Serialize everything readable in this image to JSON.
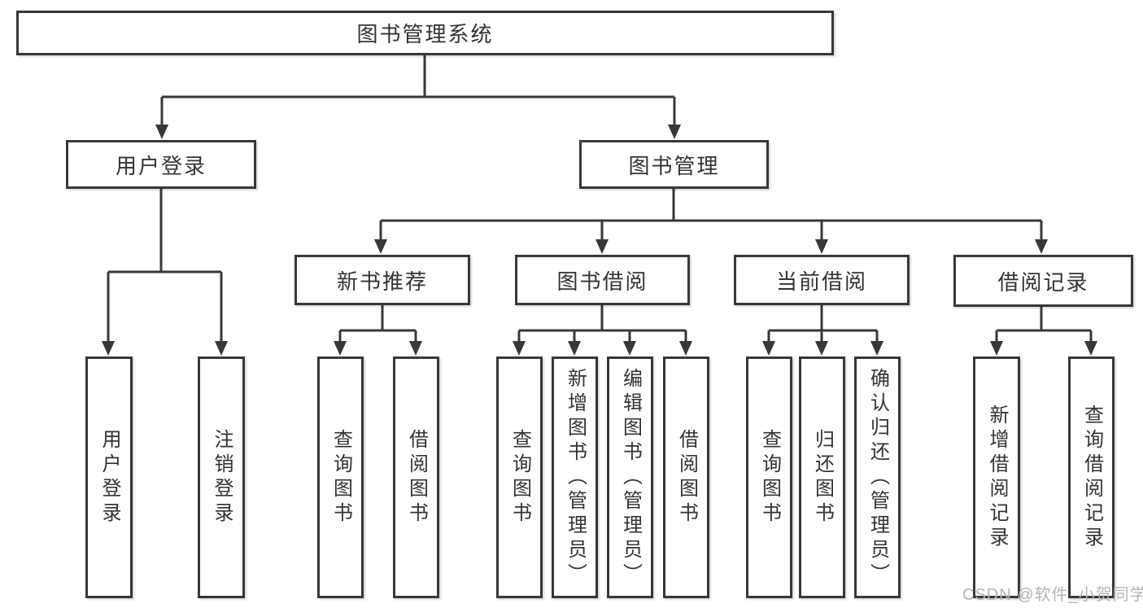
{
  "diagram": {
    "title": "图书管理系统",
    "level2": [
      {
        "label": "用户登录"
      },
      {
        "label": "图书管理"
      }
    ],
    "level3": [
      {
        "label": "新书推荐",
        "parent": "图书管理"
      },
      {
        "label": "图书借阅",
        "parent": "图书管理"
      },
      {
        "label": "当前借阅",
        "parent": "图书管理"
      },
      {
        "label": "借阅记录",
        "parent": "图书管理"
      }
    ],
    "leaves": [
      {
        "label": "用户登录",
        "parent": "用户登录"
      },
      {
        "label": "注销登录",
        "parent": "用户登录"
      },
      {
        "label": "查询图书",
        "parent": "新书推荐"
      },
      {
        "label": "借阅图书",
        "parent": "新书推荐"
      },
      {
        "label": "查询图书",
        "parent": "图书借阅"
      },
      {
        "label": "新增图书（管理员）",
        "parent": "图书借阅"
      },
      {
        "label": "编辑图书（管理员）",
        "parent": "图书借阅"
      },
      {
        "label": "借阅图书",
        "parent": "图书借阅"
      },
      {
        "label": "查询图书",
        "parent": "当前借阅"
      },
      {
        "label": "归还图书",
        "parent": "当前借阅"
      },
      {
        "label": "确认归还（管理员）",
        "parent": "当前借阅"
      },
      {
        "label": "新增借阅记录",
        "parent": "借阅记录"
      },
      {
        "label": "查询借阅记录",
        "parent": "借阅记录"
      }
    ]
  },
  "watermark": {
    "text": "CSDN @软件_小贺同学"
  },
  "colors": {
    "line": "#383838",
    "box_border": "#383838",
    "text": "#333333",
    "watermark": "#b5b5b5",
    "background": "#ffffff"
  }
}
